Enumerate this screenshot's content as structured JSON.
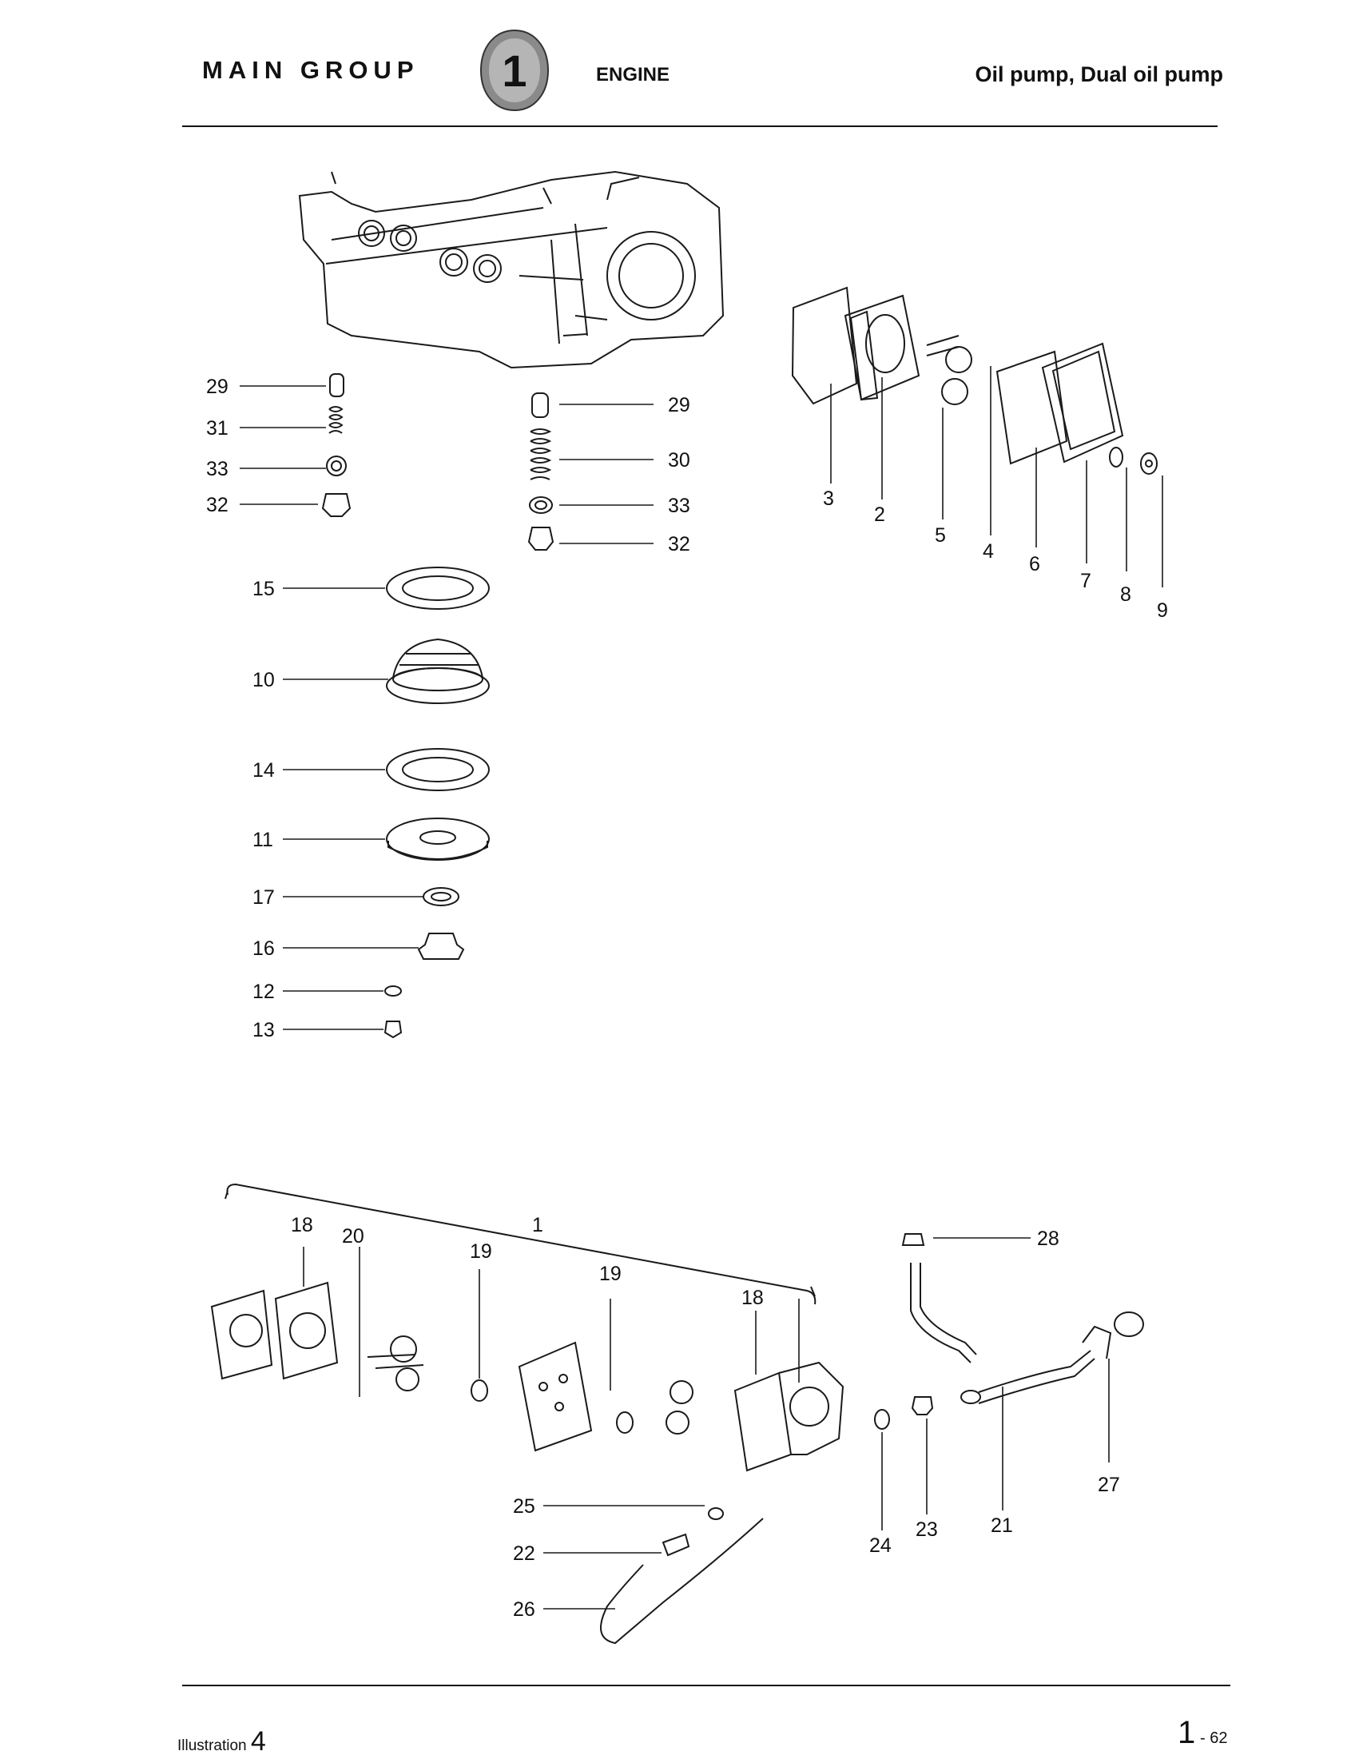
{
  "header": {
    "main_group": "MAIN GROUP",
    "group_number": "1",
    "engine": "ENGINE",
    "section_title": "Oil pump, Dual oil pump"
  },
  "footer": {
    "illustration_label": "Illustration",
    "illustration_number": "4",
    "page_major": "1",
    "page_minor": "- 62"
  },
  "callouts": {
    "left_stack": [
      "29",
      "31",
      "33",
      "32"
    ],
    "center_stack": [
      "29",
      "30",
      "33",
      "32"
    ],
    "right_group": [
      "3",
      "2",
      "5",
      "4",
      "6",
      "7",
      "8",
      "9"
    ],
    "oil_strainer_column": [
      "15",
      "10",
      "14",
      "11",
      "17",
      "16",
      "12",
      "13"
    ],
    "dual_pump": [
      "18",
      "20",
      "19",
      "1",
      "19",
      "18",
      "28",
      "25",
      "22",
      "26",
      "24",
      "23",
      "21",
      "27"
    ]
  }
}
